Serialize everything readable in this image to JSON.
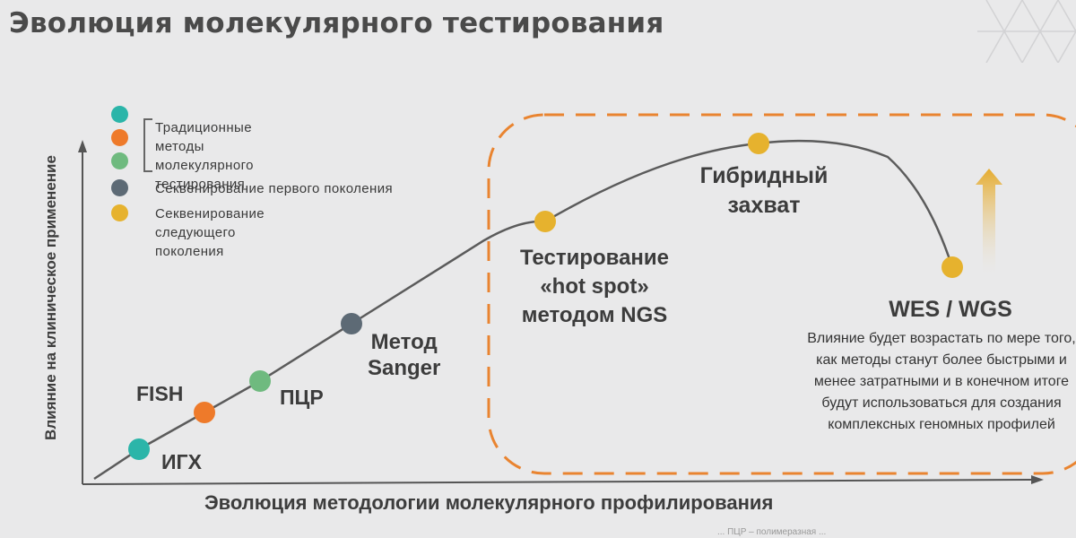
{
  "title": "Эволюция молекулярного тестирования",
  "axes": {
    "y_label": "Влияние на клиническое применение",
    "x_label": "Эволюция методологии молекулярного профилирования"
  },
  "colors": {
    "teal": "#2bb5a9",
    "orange": "#ee7a2a",
    "green": "#6fba7f",
    "slate": "#5d6a75",
    "gold": "#e6b22e",
    "dashed_frame": "#e98430",
    "arrow": "#e9b33a"
  },
  "legend": {
    "traditional": "Традиционные методы\nмолекулярного тестирования",
    "first_gen": "Секвенирование первого поколения",
    "next_gen": "Секвенирование следующего\nпоколения"
  },
  "methods": {
    "igh": "ИГХ",
    "fish": "FISH",
    "pcr": "ПЦР",
    "sanger": "Метод\nSanger",
    "hotspot": "Тестирование\n«hot spot»\nметодом NGS",
    "hybrid": "Гибридный\nзахват",
    "wes": "WES / WGS"
  },
  "future_description": "Влияние будет возрастать по мере того, как методы станут более быстрыми и менее затратными и в конечном итоге будут использоваться для создания комплексных геномных профилей",
  "footnote": "... ПЦР – полимеразная ..."
}
